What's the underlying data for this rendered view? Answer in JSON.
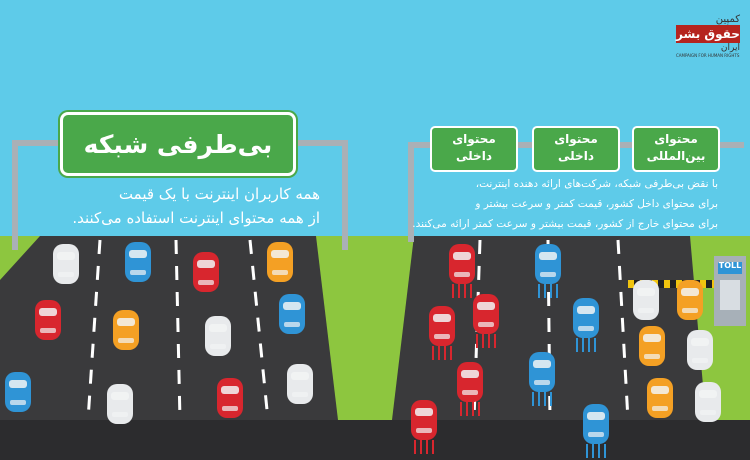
{
  "logo": {
    "line1": "کمپین",
    "line2": "حقوق بشر",
    "line3": "ایران",
    "tagline": "CAMPAIGN FOR HUMAN RIGHTS IN IRAN",
    "color": "#b5241e"
  },
  "left_panel": {
    "sign_title": "بی‌طرفی شبکه",
    "description_line1": "همه کاربران اینترنت با یک قیمت",
    "description_line2": "از همه محتوای اینترنت استفاده می‌کنند."
  },
  "right_panel": {
    "signs": [
      {
        "line1": "محتوای",
        "line2": "بین‌المللی"
      },
      {
        "line1": "محتوای",
        "line2": "داخلی"
      },
      {
        "line1": "محتوای",
        "line2": "داخلی"
      }
    ],
    "description_lines": [
      "با نقض بی‌طرفی شبکه، شرکت‌های ارائه دهنده اینترنت،",
      "برای محتوای داخل کشور، قیمت کمتر و سرعت بیشتر و",
      "برای محتوای خارج از کشور، قیمت بیشتر و سرعت کمتر ارائه می‌کنند."
    ],
    "toll_label": "TOLL"
  },
  "colors": {
    "sky": "#5ecbe9",
    "grass": "#8dc63f",
    "road": "#3a3a3c",
    "sign_green": "#4aa84a",
    "car_white": "#e8eaec",
    "car_blue": "#2f94d6",
    "car_red": "#d8262e",
    "car_orange": "#f4a024"
  }
}
